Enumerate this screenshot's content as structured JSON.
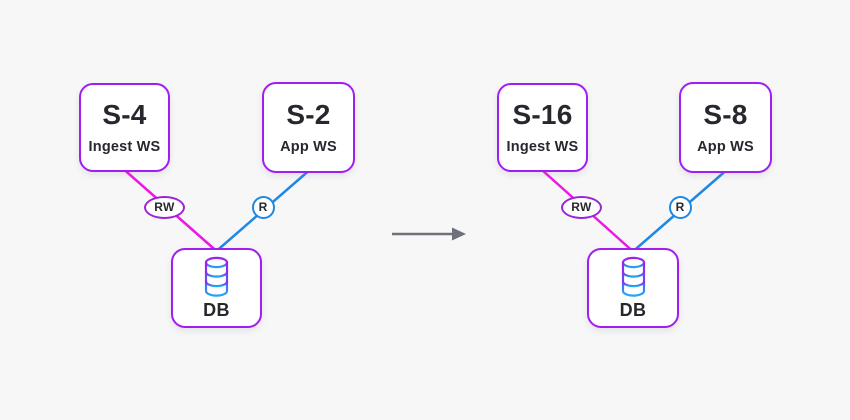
{
  "colors": {
    "background": "#f7f7f8",
    "node_border": "#a21ef0",
    "node_fill": "#ffffff",
    "write_edge": "#ee17e2",
    "read_edge": "#1e88e5",
    "arrow": "#6e717a",
    "text": "#26282e",
    "db_icon_gradient_top": "#a81aee",
    "db_icon_gradient_bottom": "#22a7f2"
  },
  "icons": {
    "database": "database-icon",
    "transition": "right-arrow-icon"
  },
  "left": {
    "ingest_node": {
      "title": "S-4",
      "subtitle": "Ingest WS"
    },
    "app_node": {
      "title": "S-2",
      "subtitle": "App WS"
    },
    "db_node": {
      "label": "DB"
    },
    "write_badge": "RW",
    "read_badge": "R"
  },
  "right": {
    "ingest_node": {
      "title": "S-16",
      "subtitle": "Ingest WS"
    },
    "app_node": {
      "title": "S-8",
      "subtitle": "App WS"
    },
    "db_node": {
      "label": "DB"
    },
    "write_badge": "RW",
    "read_badge": "R"
  }
}
